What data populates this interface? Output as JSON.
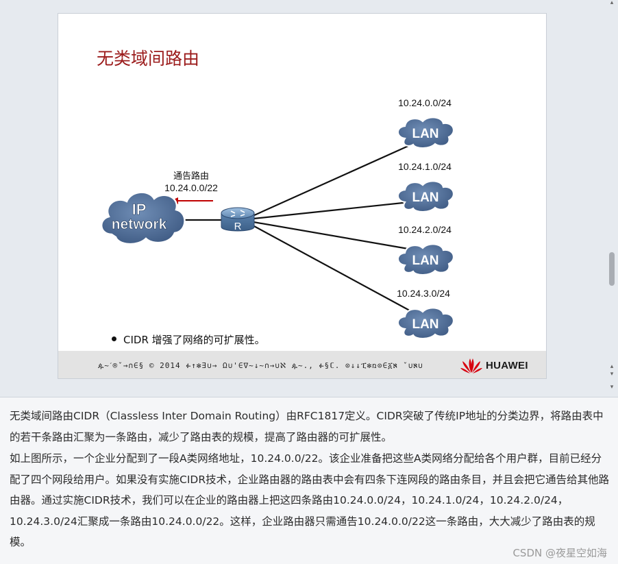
{
  "slide": {
    "title": "无类域间路由",
    "ip_network_label_line1": "IP",
    "ip_network_label_line2": "network",
    "router_label": "R",
    "advertise_label": "通告路由",
    "advertise_prefix": "10.24.0.0/22",
    "lans": [
      {
        "prefix": "10.24.0.0/24",
        "label": "LAN"
      },
      {
        "prefix": "10.24.1.0/24",
        "label": "LAN"
      },
      {
        "prefix": "10.24.2.0/24",
        "label": "LAN"
      },
      {
        "prefix": "10.24.3.0/24",
        "label": "LAN"
      }
    ],
    "bullet": "CIDR 增强了网络的可扩展性。",
    "copyright": "ዹ~ˊ®ˇ→∩∈§ © 2014 ፉ↑✻∃∪→ Ω∪'∈∇~↓~∩→∪ℵ ዹ~., ፉ§ℂ. ⊙↓↓ፒ✻ռ⊙∈፩ℵ ˇ∪ℵ∪",
    "brand": "HUAWEI",
    "colors": {
      "title": "#9b1b1b",
      "arrow": "#c00000",
      "cloud": "#4d6a93",
      "logo": "#d7000f"
    }
  },
  "description": {
    "paragraph1": "无类域间路由CIDR（Classless Inter Domain Routing）由RFC1817定义。CIDR突破了传统IP地址的分类边界，将路由表中的若干条路由汇聚为一条路由，减少了路由表的规模，提高了路由器的可扩展性。",
    "paragraph2": "如上图所示，一个企业分配到了一段A类网络地址，10.24.0.0/22。该企业准备把这些A类网络分配给各个用户群，目前已经分配了四个网段给用户。如果没有实施CIDR技术，企业路由器的路由表中会有四条下连网段的路由条目，并且会把它通告给其他路由器。通过实施CIDR技术，我们可以在企业的路由器上把这四条路由10.24.0.0/24，10.24.1.0/24，10.24.2.0/24，10.24.3.0/24汇聚成一条路由10.24.0.0/22。这样，企业路由器只需通告10.24.0.0/22这一条路由，大大减少了路由表的规模。"
  },
  "watermark": "CSDN @夜星空如海",
  "scrollbar": {
    "up_icon": "triangle-up",
    "down_icon": "triangle-down"
  }
}
